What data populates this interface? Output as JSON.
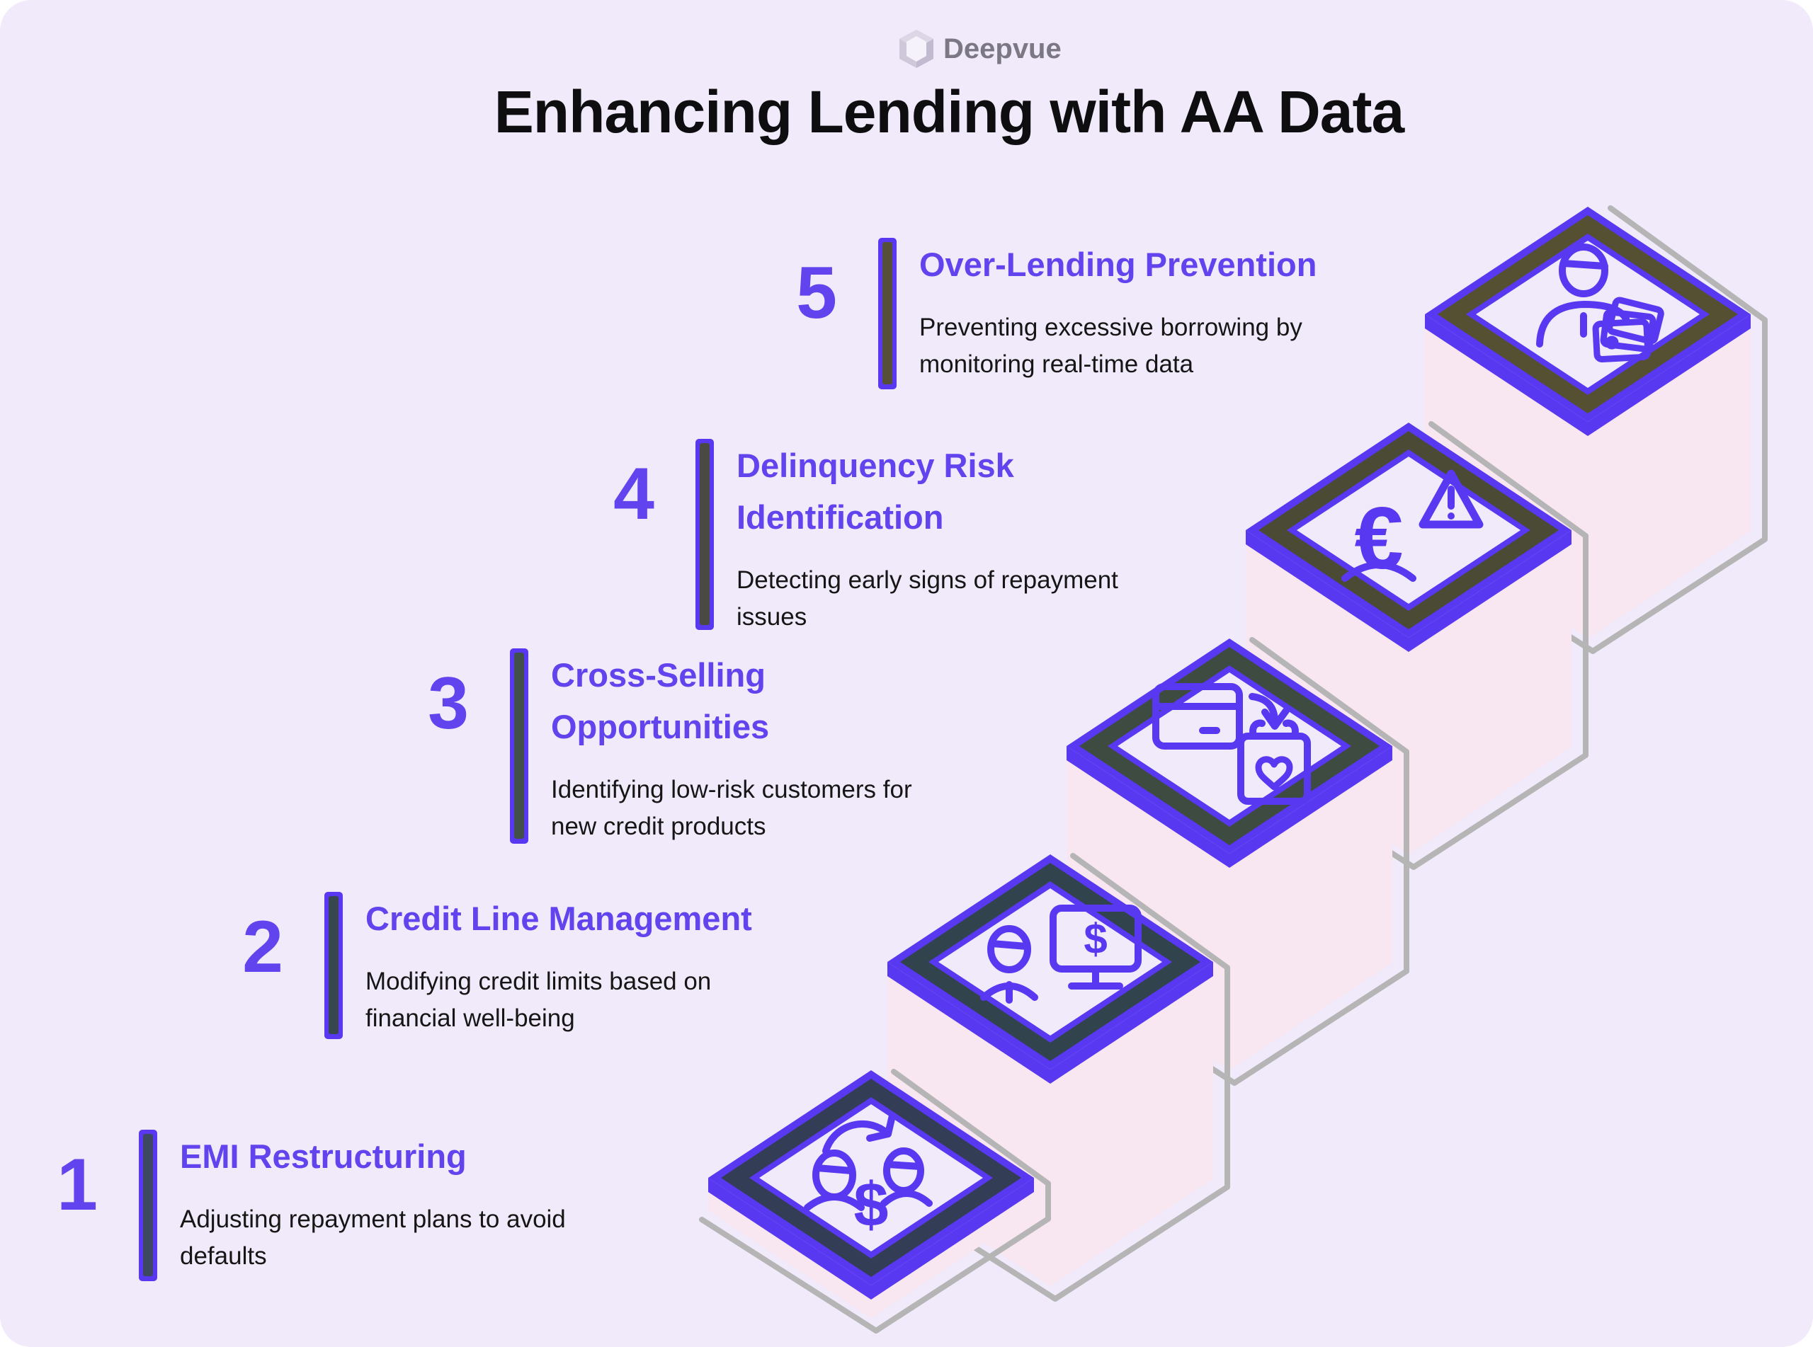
{
  "logo": {
    "text": "Deepvue"
  },
  "title": "Enhancing Lending with AA Data",
  "colors": {
    "background": "#f1eafa",
    "accent_purple": "#5838f0",
    "text_purple": "#6244ee",
    "body_text": "#161616",
    "wall_pink": "#f8e7f1",
    "shadow_gray": "#b5b5b5",
    "diamond_inner": "#f0eafb",
    "title_black": "#0e0e10",
    "logo_gray": "#7b7884"
  },
  "steps": [
    {
      "number": "1",
      "heading_lines": [
        "EMI Restructuring"
      ],
      "description_lines": [
        "Adjusting repayment plans to avoid",
        "defaults"
      ],
      "icon": "people-exchange-dollar-icon",
      "bar_fill": "#3d4960",
      "band_fill": "#333e56"
    },
    {
      "number": "2",
      "heading_lines": [
        "Credit Line Management"
      ],
      "description_lines": [
        "Modifying credit limits based on",
        "financial well-being"
      ],
      "icon": "person-monitor-dollar-icon",
      "bar_fill": "#37464f",
      "band_fill": "#31434c"
    },
    {
      "number": "3",
      "heading_lines": [
        "Cross-Selling",
        "Opportunities"
      ],
      "description_lines": [
        "Identifying low-risk customers for",
        "new credit products"
      ],
      "icon": "card-to-bag-heart-icon",
      "bar_fill": "#42504a",
      "band_fill": "#3d4b41"
    },
    {
      "number": "4",
      "heading_lines": [
        "Delinquency Risk",
        "Identification"
      ],
      "description_lines": [
        "Detecting early signs of repayment",
        "issues"
      ],
      "icon": "euro-person-warning-icon",
      "bar_fill": "#4a4a42",
      "band_fill": "#4b4a35"
    },
    {
      "number": "5",
      "heading_lines": [
        "Over-Lending Prevention"
      ],
      "description_lines": [
        "Preventing excessive borrowing by",
        "monitoring real-time data"
      ],
      "icon": "person-alert-cards-icon",
      "bar_fill": "#575038",
      "band_fill": "#565033"
    }
  ]
}
